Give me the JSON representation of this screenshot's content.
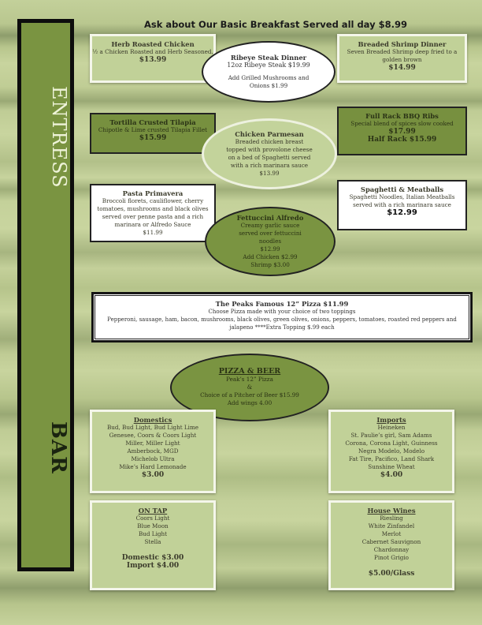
{
  "header": {
    "breakfast_notice": "Ask about Our Basic Breakfast Served all day $8.99"
  },
  "tabs": {
    "entrees": "ENTRESS",
    "bar": "BAR"
  },
  "entrees": {
    "herb_chicken": {
      "title": "Herb Roasted Chicken",
      "desc": "½ a Chicken Roasted and Herb Seasoned.",
      "price": "$13.99"
    },
    "ribeye": {
      "title": "Ribeye Steak Dinner",
      "line": "12oz Ribeye Steak $19.99",
      "addon": "Add Grilled Mushrooms and Onions $1.99"
    },
    "shrimp": {
      "title": "Breaded Shrimp Dinner",
      "desc": "Seven Breaded Shrimp deep fried to a golden brown",
      "price": "$14.99"
    },
    "tilapia": {
      "title": "Tortilla Crusted Tilapia",
      "desc": "Chipotle & Lime crusted Tilapia Fillet",
      "price": "$15.99"
    },
    "chicken_parm": {
      "title": "Chicken Parmesan",
      "desc": "Breaded chicken breast topped with provolone cheese on a bed of Spaghetti served with a rich marinara sauce",
      "price": "$13.99"
    },
    "ribs": {
      "title": "Full Rack BBQ Ribs",
      "desc": "Special blend of spices slow cooked",
      "price": "$17.99",
      "half": "Half Rack $15.99"
    },
    "primavera": {
      "title": "Pasta Primavera",
      "desc": "Broccoli florets, cauliflower, cherry tomatoes, mushrooms and black olives served over penne pasta and a rich marinara or Alfredo Sauce",
      "price": "$11.99"
    },
    "spaghetti": {
      "title": "Spaghetti & Meatballs",
      "desc": "Spaghetti Noodles, Italian Meatballs served with a rich marinara sauce",
      "price": "$12.99"
    },
    "alfredo": {
      "title": "Fettuccini Alfredo",
      "desc": "Creamy garlic sauce served over fettuccini noodles",
      "price": "$12.99",
      "add_chicken": "Add Chicken $2.99",
      "add_shrimp": "Shrimp $3.00"
    }
  },
  "pizza": {
    "title": "The Peaks Famous 12” Pizza $11.99",
    "line1": "Choose Pizza made with your choice of two toppings",
    "line2": "Pepperoni, sausage, ham, bacon, mushrooms, black olives, green olives, onions, peppers, tomatoes, roasted red peppers and jalapeno ****Extra Topping $.99 each"
  },
  "pizza_beer": {
    "title": "PIZZA & BEER",
    "line1": "Peak’s 12” Pizza",
    "amp": "&",
    "line2": "Choice of a Pitcher of Beer $15.99",
    "line3": "Add wings 4.00"
  },
  "bar": {
    "domestics": {
      "title": "Domestics",
      "items": [
        "Bud, Bud Light, Bud Light Lime",
        "Genesee, Coors & Coors Light",
        "Miller, Miller Light",
        "Amberbock, MGD",
        "Michelob Ultra",
        "Mike’s Hard Lemonade"
      ],
      "price": "$3.00"
    },
    "imports": {
      "title": "Imports",
      "items": [
        "Heineken",
        "St. Paulie’s girl, Sam Adams",
        "Corona, Corona Light, Guinness",
        "Negra Modelo, Modelo",
        "Fat Tire, Pacifico, Land Shark",
        "Sunshine Wheat"
      ],
      "price": "$4.00"
    },
    "on_tap": {
      "title": "ON TAP",
      "items": [
        "Coors Light",
        "Blue Moon",
        "Bud Light",
        "Stella"
      ],
      "domestic": "Domestic $3.00",
      "import": "Import $4.00"
    },
    "wines": {
      "title": "House Wines",
      "items": [
        "Riesling",
        "White Zinfandel",
        "Merlot",
        "Cabernet Sauvignon",
        "Chardonnay",
        "Pinot Grigio"
      ],
      "price": "$5.00/Glass"
    }
  }
}
